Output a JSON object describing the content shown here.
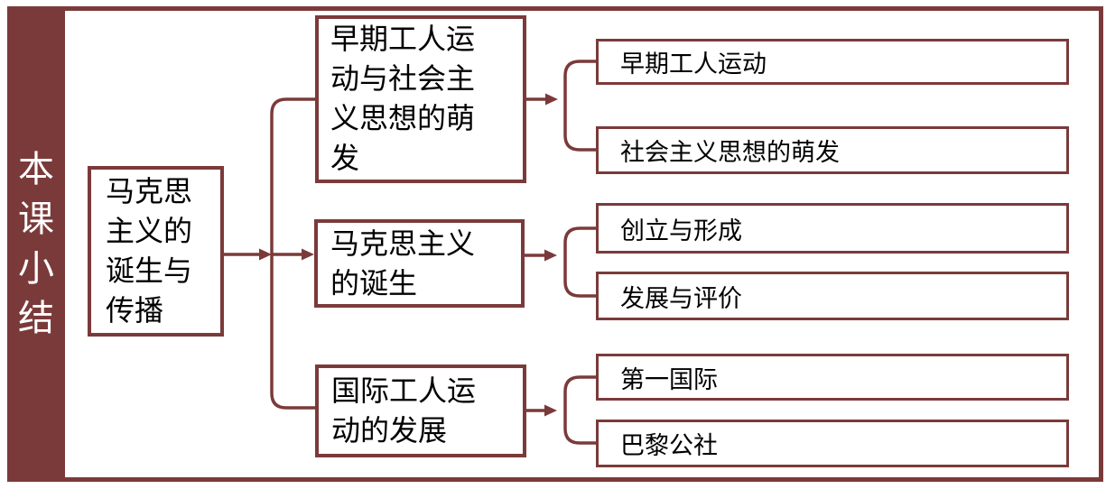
{
  "theme": {
    "accent": "#7B3A3A",
    "background": "#FFFFFF",
    "text": "#000000",
    "sidebar_text": "#FFFFFF"
  },
  "sidebar": {
    "title": "本课小结",
    "chars": [
      "本",
      "课",
      "小",
      "结"
    ]
  },
  "root": {
    "label": "马克思主义的诞生与传播",
    "lines": [
      "马克思",
      "主义的",
      "诞生与",
      "传播"
    ]
  },
  "branches": [
    {
      "label": "早期工人运动与社会主义思想的萌发",
      "lines": [
        "早期工人运",
        "动与社会主",
        "义思想的萌",
        "发"
      ],
      "children": [
        "早期工人运动",
        "社会主义思想的萌发"
      ]
    },
    {
      "label": "马克思主义的诞生",
      "lines": [
        "马克思主义",
        "的诞生"
      ],
      "children": [
        "创立与形成",
        "发展与评价"
      ]
    },
    {
      "label": "国际工人运动的发展",
      "lines": [
        "国际工人运",
        "动的发展"
      ],
      "children": [
        "第一国际",
        "巴黎公社"
      ]
    }
  ]
}
